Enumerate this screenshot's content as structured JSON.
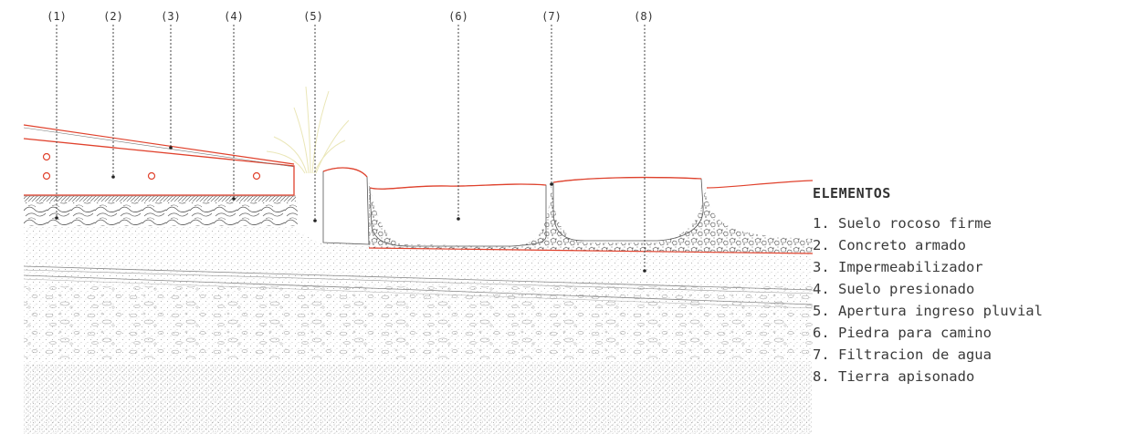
{
  "diagram": {
    "markers": [
      "(1)",
      "(2)",
      "(3)",
      "(4)",
      "(5)",
      "(6)",
      "(7)",
      "(8)"
    ],
    "accent_color": "#e0412c",
    "leader_color": "#444444",
    "hatch_color": "#555555"
  },
  "legend": {
    "title": "ELEMENTOS",
    "items": [
      "1. Suelo rocoso firme",
      "2. Concreto armado",
      "3. Impermeabilizador",
      "4. Suelo presionado",
      "5. Apertura ingreso pluvial",
      "6. Piedra para camino",
      "7. Filtracion de agua",
      "8. Tierra apisonado"
    ]
  }
}
